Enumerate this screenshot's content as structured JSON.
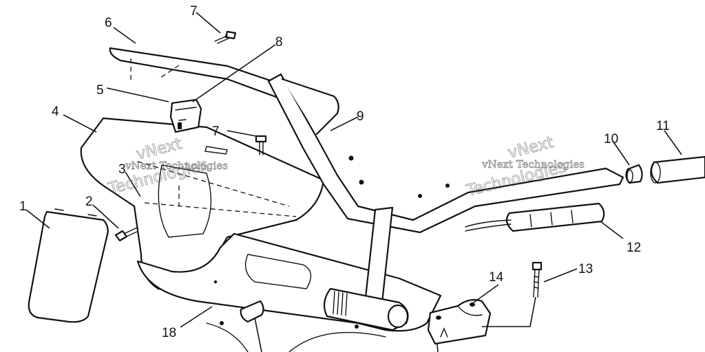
{
  "callouts": [
    {
      "id": "1",
      "label": "1"
    },
    {
      "id": "2",
      "label": "2"
    },
    {
      "id": "3",
      "label": "3"
    },
    {
      "id": "4",
      "label": "4"
    },
    {
      "id": "5",
      "label": "5"
    },
    {
      "id": "6",
      "label": "6"
    },
    {
      "id": "7a",
      "label": "7"
    },
    {
      "id": "7b",
      "label": "7"
    },
    {
      "id": "8",
      "label": "8"
    },
    {
      "id": "9",
      "label": "9"
    },
    {
      "id": "10",
      "label": "10"
    },
    {
      "id": "11",
      "label": "11"
    },
    {
      "id": "12",
      "label": "12"
    },
    {
      "id": "13",
      "label": "13"
    },
    {
      "id": "14",
      "label": "14"
    },
    {
      "id": "18",
      "label": "18"
    }
  ],
  "watermarks": {
    "left_line1": "vNext",
    "left_line2": "vNext Technologies",
    "left_line3": "Technologies",
    "right_line1": "vNext",
    "right_line2": "vNext Technologies",
    "right_line3": "Technologies"
  }
}
